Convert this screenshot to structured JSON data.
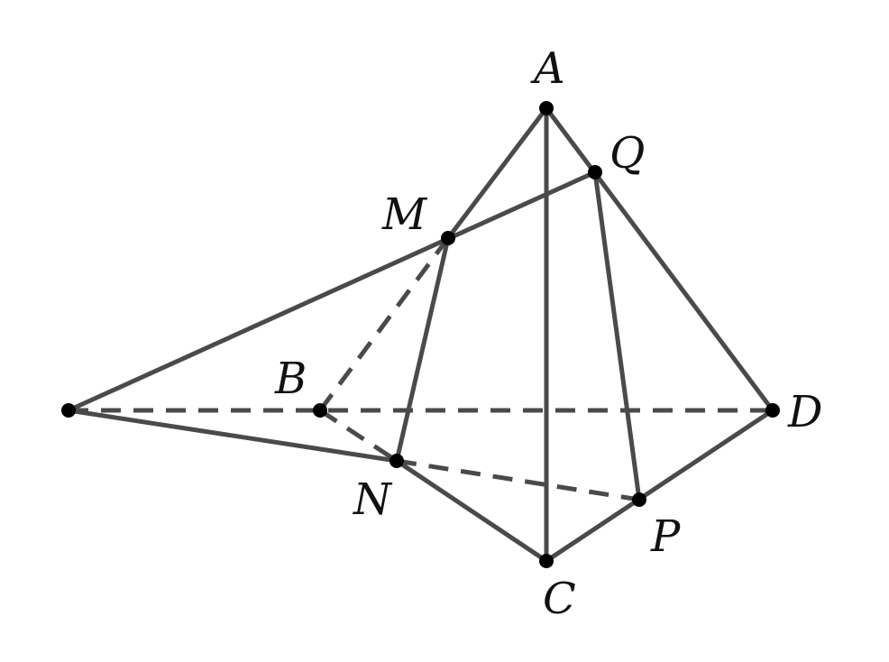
{
  "figure": {
    "points": {
      "A": "A",
      "B": "B",
      "C": "C",
      "D": "D",
      "M": "M",
      "N": "N",
      "P": "P",
      "Q": "Q"
    },
    "colors": {
      "stroke": "#4a4a4a",
      "vertex": "#000000",
      "label": "#111111",
      "background": "#ffffff"
    }
  }
}
